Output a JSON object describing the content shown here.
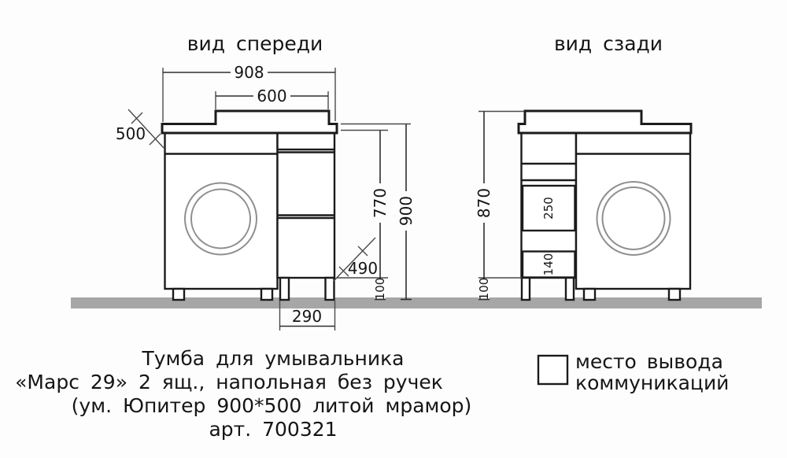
{
  "front_view": {
    "title": "вид спереди",
    "dim_total_width": "908",
    "dim_sink_width": "600",
    "dim_depth": "500",
    "dim_body_height": "770",
    "dim_total_height": "900",
    "dim_diag_depth": "490",
    "dim_plinth_height": "100",
    "dim_drawer_width": "290"
  },
  "rear_view": {
    "title": "вид сзади",
    "dim_height": "870",
    "dim_plinth_height": "100",
    "dim_cutout_upper": "250",
    "dim_cutout_lower": "140"
  },
  "legend": {
    "label_line1": "место вывода",
    "label_line2": "коммуникаций"
  },
  "caption": {
    "line1": "Тумба для умывальника",
    "line2": "«Марс 29» 2 ящ., напольная без ручек",
    "line3": "(ум. Юпитер 900*500 литой мрамор)",
    "line4": "арт. 700321"
  },
  "colors": {
    "highlight": "#41c8f0",
    "ground": "#a6a6a6"
  }
}
